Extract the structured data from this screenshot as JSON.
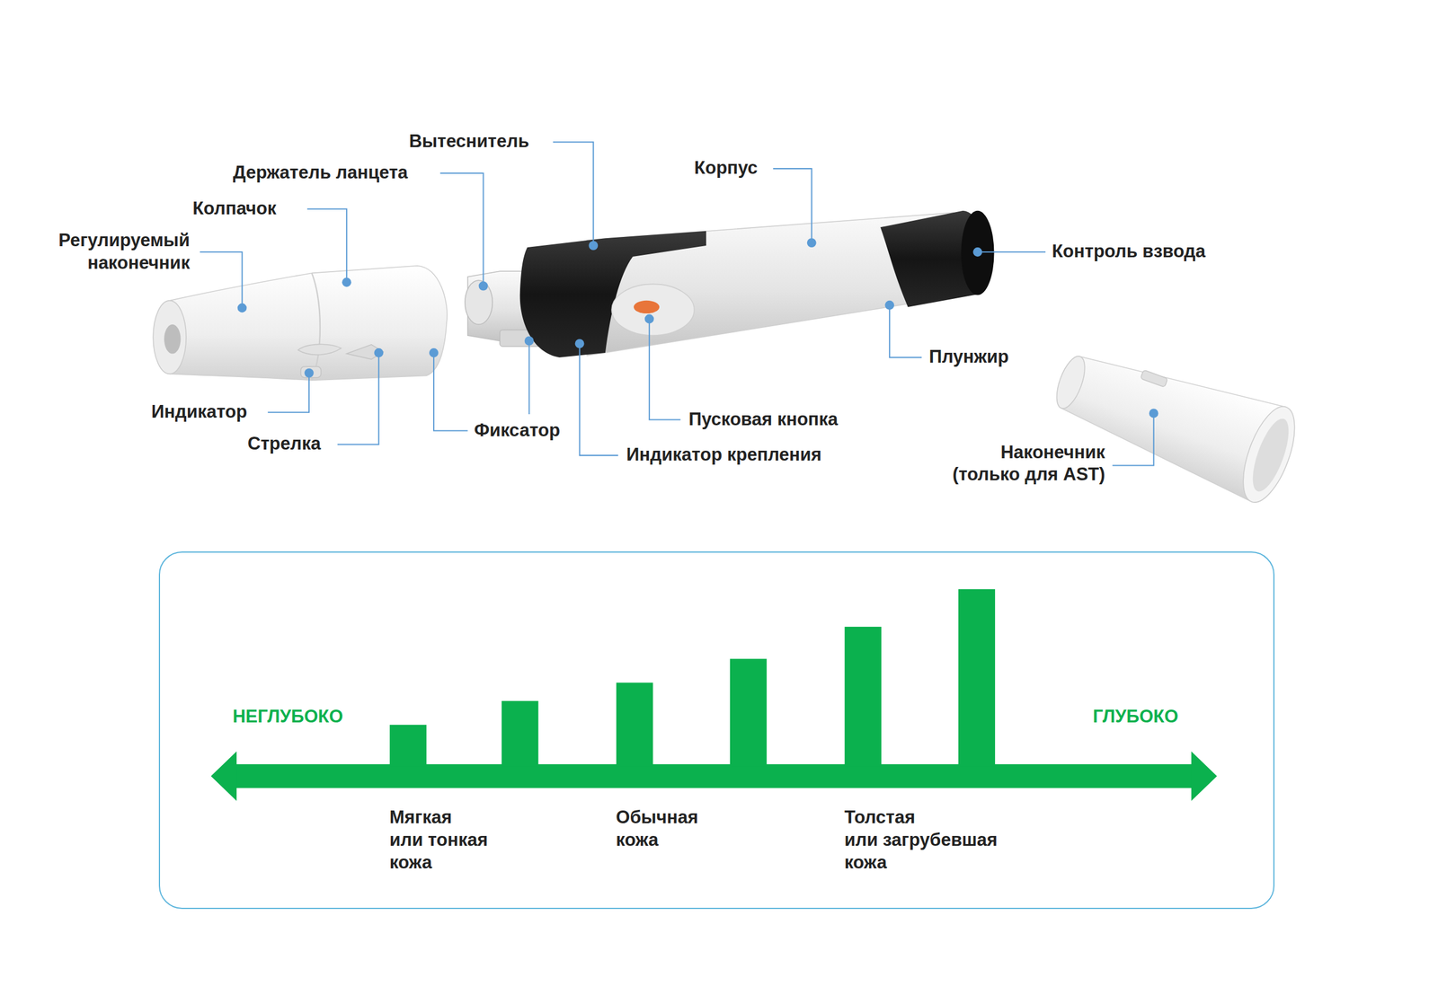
{
  "diagram": {
    "nodes": [
      {
        "text": [
          "НЕГЛУБОКО",
          "ГЛУБОКО",
          "Мягкая или тонкая кожа",
          "Обычная кожа",
          "Толстая или загрубевшая кожа"
        ]
      }
    ],
    "labels": [
      "Вытеснитель",
      "Держатель ланцета",
      "Колпачок",
      "Регулируемый наконечник",
      "Корпус",
      "Контроль взвода",
      "Плунжир",
      "Индикатор",
      "Стрелка",
      "Фиксатор",
      "Пусковая кнопка",
      "Индикатор крепления",
      "Наконечник (только для AST)"
    ]
  }
}
